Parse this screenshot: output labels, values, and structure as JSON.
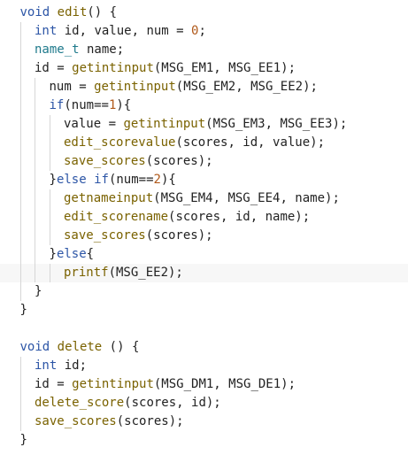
{
  "colors": {
    "background": "#ffffff",
    "keyword": "#2c55a6",
    "type": "#1f7a8c",
    "function": "#7a6200",
    "number": "#b0591a",
    "text": "#222222",
    "current_line": "#f7f7f7",
    "indent_guide": "#d6d6d6"
  },
  "code": {
    "lines": [
      {
        "indent": 1,
        "tokens": [
          [
            "kw",
            "void"
          ],
          [
            "tx",
            " "
          ],
          [
            "fn",
            "edit"
          ],
          [
            "tx",
            "() {"
          ]
        ]
      },
      {
        "indent": 2,
        "tokens": [
          [
            "kw",
            "int"
          ],
          [
            "tx",
            " id, value, num = "
          ],
          [
            "nm",
            "0"
          ],
          [
            "tx",
            ";"
          ]
        ]
      },
      {
        "indent": 2,
        "tokens": [
          [
            "ty",
            "name_t"
          ],
          [
            "tx",
            " name;"
          ]
        ]
      },
      {
        "indent": 2,
        "tokens": [
          [
            "tx",
            "id = "
          ],
          [
            "fn",
            "getintinput"
          ],
          [
            "tx",
            "(MSG_EM1, MSG_EE1);"
          ]
        ]
      },
      {
        "indent": 3,
        "tokens": [
          [
            "tx",
            "num = "
          ],
          [
            "fn",
            "getintinput"
          ],
          [
            "tx",
            "(MSG_EM2, MSG_EE2);"
          ]
        ]
      },
      {
        "indent": 3,
        "tokens": [
          [
            "kw",
            "if"
          ],
          [
            "tx",
            "(num=="
          ],
          [
            "nm",
            "1"
          ],
          [
            "tx",
            "){"
          ]
        ]
      },
      {
        "indent": 4,
        "tokens": [
          [
            "tx",
            "value = "
          ],
          [
            "fn",
            "getintinput"
          ],
          [
            "tx",
            "(MSG_EM3, MSG_EE3);"
          ]
        ]
      },
      {
        "indent": 4,
        "tokens": [
          [
            "fn",
            "edit_scorevalue"
          ],
          [
            "tx",
            "(scores, id, value);"
          ]
        ]
      },
      {
        "indent": 4,
        "tokens": [
          [
            "fn",
            "save_scores"
          ],
          [
            "tx",
            "(scores);"
          ]
        ]
      },
      {
        "indent": 3,
        "tokens": [
          [
            "tx",
            "}"
          ],
          [
            "kw",
            "else"
          ],
          [
            "tx",
            " "
          ],
          [
            "kw",
            "if"
          ],
          [
            "tx",
            "(num=="
          ],
          [
            "nm",
            "2"
          ],
          [
            "tx",
            "){"
          ]
        ]
      },
      {
        "indent": 4,
        "tokens": [
          [
            "fn",
            "getnameinput"
          ],
          [
            "tx",
            "(MSG_EM4, MSG_EE4, name);"
          ]
        ]
      },
      {
        "indent": 4,
        "tokens": [
          [
            "fn",
            "edit_scorename"
          ],
          [
            "tx",
            "(scores, id, name);"
          ]
        ]
      },
      {
        "indent": 4,
        "tokens": [
          [
            "fn",
            "save_scores"
          ],
          [
            "tx",
            "(scores);"
          ]
        ]
      },
      {
        "indent": 3,
        "tokens": [
          [
            "tx",
            "}"
          ],
          [
            "kw",
            "else"
          ],
          [
            "tx",
            "{"
          ]
        ]
      },
      {
        "indent": 4,
        "tokens": [
          [
            "fn",
            "printf"
          ],
          [
            "tx",
            "(MSG_EE2);"
          ]
        ],
        "current": true
      },
      {
        "indent": 2,
        "tokens": [
          [
            "tx",
            "}"
          ]
        ]
      },
      {
        "indent": 1,
        "tokens": [
          [
            "tx",
            "}"
          ]
        ]
      },
      {
        "indent": 0,
        "tokens": []
      },
      {
        "indent": 1,
        "tokens": [
          [
            "kw",
            "void"
          ],
          [
            "tx",
            " "
          ],
          [
            "fn",
            "delete"
          ],
          [
            "tx",
            " () {"
          ]
        ]
      },
      {
        "indent": 2,
        "tokens": [
          [
            "kw",
            "int"
          ],
          [
            "tx",
            " id;"
          ]
        ]
      },
      {
        "indent": 2,
        "tokens": [
          [
            "tx",
            "id = "
          ],
          [
            "fn",
            "getintinput"
          ],
          [
            "tx",
            "(MSG_DM1, MSG_DE1);"
          ]
        ]
      },
      {
        "indent": 2,
        "tokens": [
          [
            "fn",
            "delete_score"
          ],
          [
            "tx",
            "(scores, id);"
          ]
        ]
      },
      {
        "indent": 2,
        "tokens": [
          [
            "fn",
            "save_scores"
          ],
          [
            "tx",
            "(scores);"
          ]
        ]
      },
      {
        "indent": 1,
        "tokens": [
          [
            "tx",
            "}"
          ]
        ]
      }
    ]
  }
}
